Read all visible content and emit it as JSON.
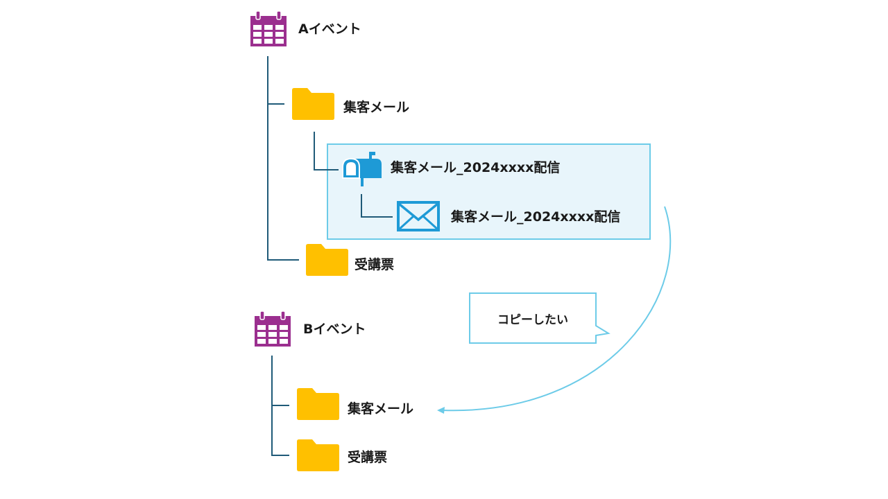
{
  "tree_a": {
    "root_label": "Aイベント",
    "folder_mail_label": "集客メール",
    "mailbox_label": "集客メール_2024xxxx配信",
    "envelope_label": "集客メール_2024xxxx配信",
    "folder_ticket_label": "受講票"
  },
  "tree_b": {
    "root_label": "Bイベント",
    "folder_mail_label": "集客メール",
    "folder_ticket_label": "受講票"
  },
  "callout": {
    "text": "コピーしたい"
  },
  "colors": {
    "calendar": "#9b2f8f",
    "folder": "#ffc000",
    "mail_icon": "#1e9ad6",
    "tree_line": "#1f5a78",
    "highlight_bg": "#e8f5fb",
    "highlight_border": "#6ccbe8",
    "arrow": "#6ccbe8"
  }
}
